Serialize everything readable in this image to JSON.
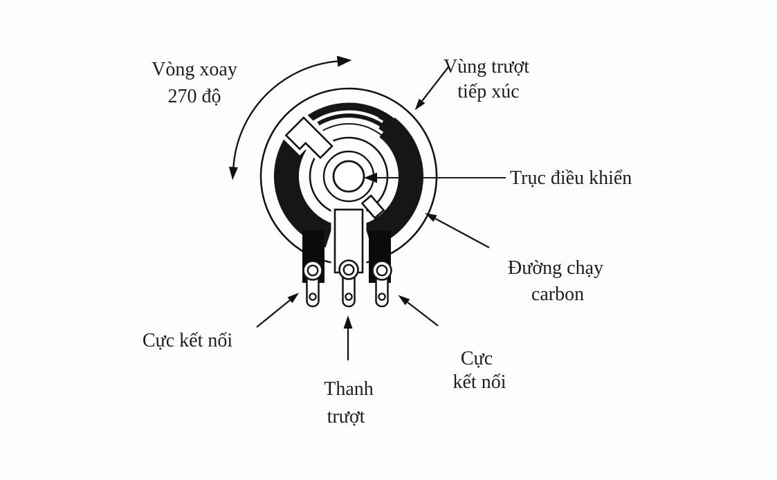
{
  "diagram": {
    "colors": {
      "paper": "#fdfdfd",
      "ink": "#161616",
      "track_fill": "#0b0b0b"
    },
    "labels": {
      "rotation": {
        "line1": "Vòng xoay",
        "line2": "270 độ"
      },
      "contact_area": {
        "line1": "Vùng trượt",
        "line2": "tiếp xúc"
      },
      "shaft": {
        "text": "Trục điều khiển"
      },
      "carbon_track": {
        "line1": "Đường chạy",
        "line2": "carbon"
      },
      "terminal_left": {
        "text": "Cực kết nối"
      },
      "wiper_bar": {
        "line1": "Thanh",
        "line2": "trượt"
      },
      "terminal_right": {
        "line1": "Cực",
        "line2": "kết nối"
      }
    }
  }
}
